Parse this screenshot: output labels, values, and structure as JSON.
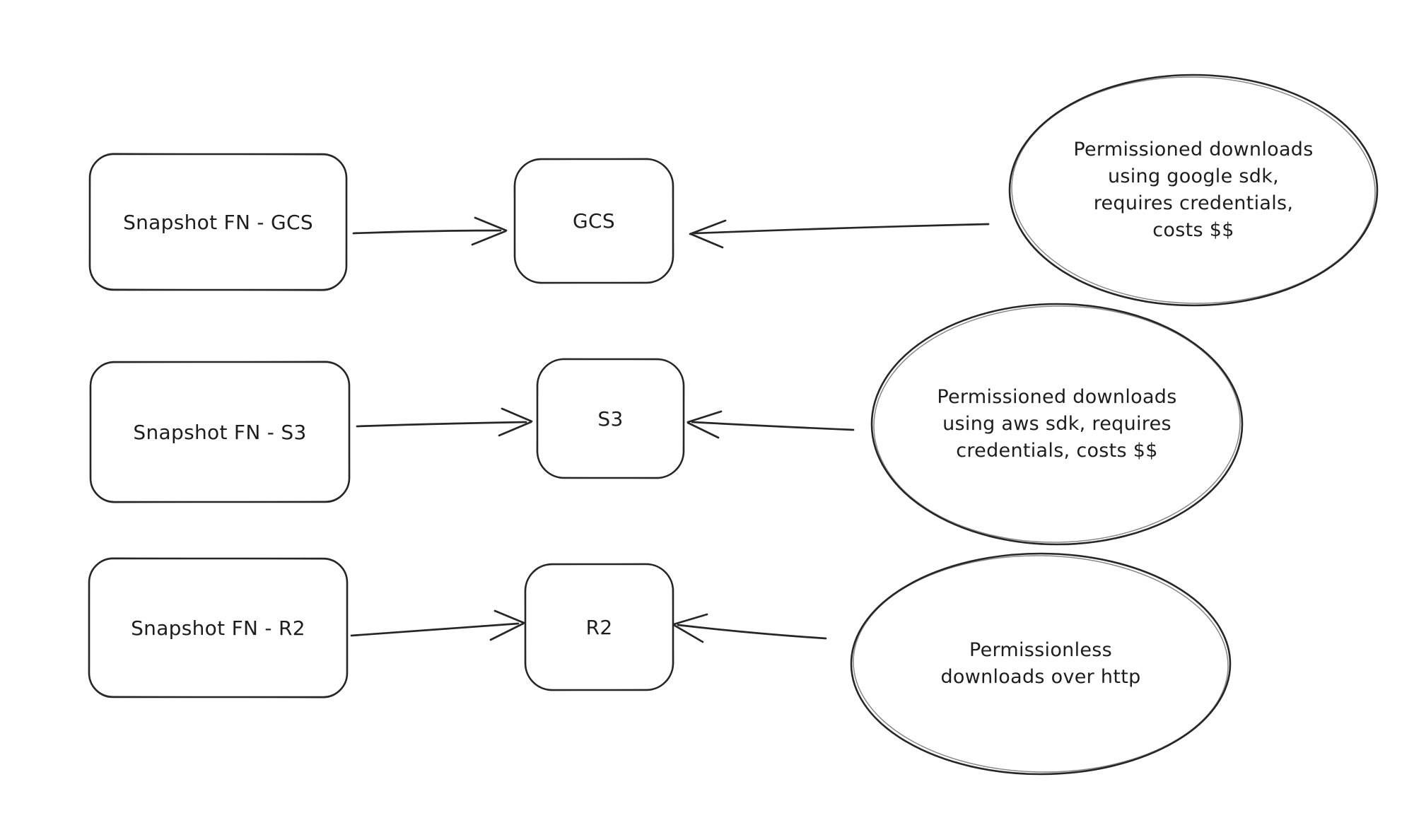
{
  "diagram": {
    "type": "flow-diagram",
    "style": "hand-drawn-sketch",
    "background_color": "#ffffff",
    "stroke_color": "#262626",
    "rows": [
      {
        "source": "Snapshot FN - GCS",
        "target": "GCS",
        "note": "Permissioned downloads\nusing google sdk,\nrequires credentials,\ncosts $$",
        "connections": [
          "source -> target",
          "note -> target"
        ]
      },
      {
        "source": "Snapshot FN - S3",
        "target": "S3",
        "note": "Permissioned downloads\nusing aws sdk, requires\ncredentials, costs $$",
        "connections": [
          "source -> target",
          "note -> target"
        ]
      },
      {
        "source": "Snapshot FN - R2",
        "target": "R2",
        "note": "Permissionless\ndownloads over http",
        "connections": [
          "source -> target",
          "note -> target"
        ]
      }
    ]
  }
}
